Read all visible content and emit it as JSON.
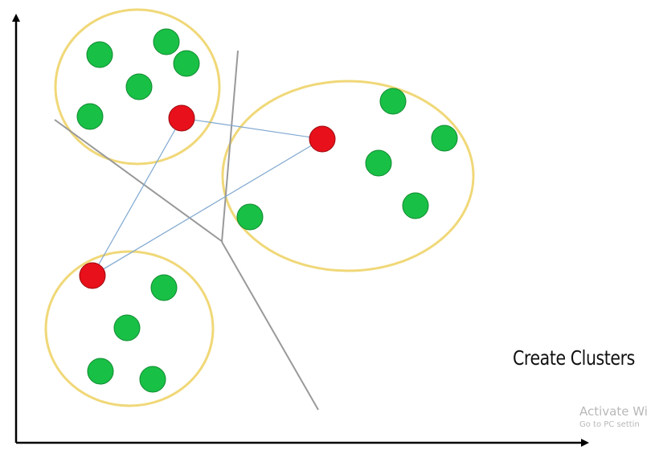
{
  "caption": "Create Clusters",
  "watermark": {
    "title": "Activate Wi",
    "subtitle": "Go to PC settin"
  },
  "colors": {
    "cluster_outline": "#f0d878",
    "point_fill": "#19c046",
    "point_stroke": "#0f8a30",
    "centroid_fill": "#e8101a",
    "centroid_stroke": "#9a0a10",
    "connector": "#7fa7d0",
    "divider": "#999999",
    "axis": "#000000"
  }
}
